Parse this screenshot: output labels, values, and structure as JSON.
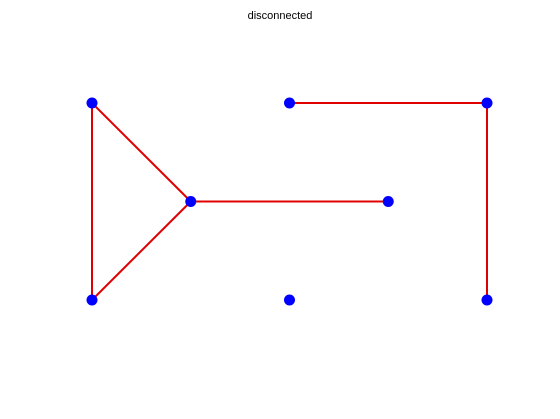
{
  "title": "disconnected",
  "colors": {
    "edge": "#e00000",
    "node": "#0000ff"
  },
  "graph": {
    "nodes": [
      {
        "id": "n1",
        "col": 0,
        "row": 0
      },
      {
        "id": "n2",
        "col": 1,
        "row": 1
      },
      {
        "id": "n3",
        "col": 0,
        "row": 2
      },
      {
        "id": "n4",
        "col": 2,
        "row": 0
      },
      {
        "id": "n5",
        "col": 4,
        "row": 0
      },
      {
        "id": "n6",
        "col": 3,
        "row": 1
      },
      {
        "id": "n7",
        "col": 2,
        "row": 2
      },
      {
        "id": "n8",
        "col": 4,
        "row": 2
      }
    ],
    "edges": [
      {
        "from": "n1",
        "to": "n2"
      },
      {
        "from": "n1",
        "to": "n3"
      },
      {
        "from": "n2",
        "to": "n3"
      },
      {
        "from": "n2",
        "to": "n6"
      },
      {
        "from": "n4",
        "to": "n5"
      },
      {
        "from": "n5",
        "to": "n8"
      }
    ]
  }
}
